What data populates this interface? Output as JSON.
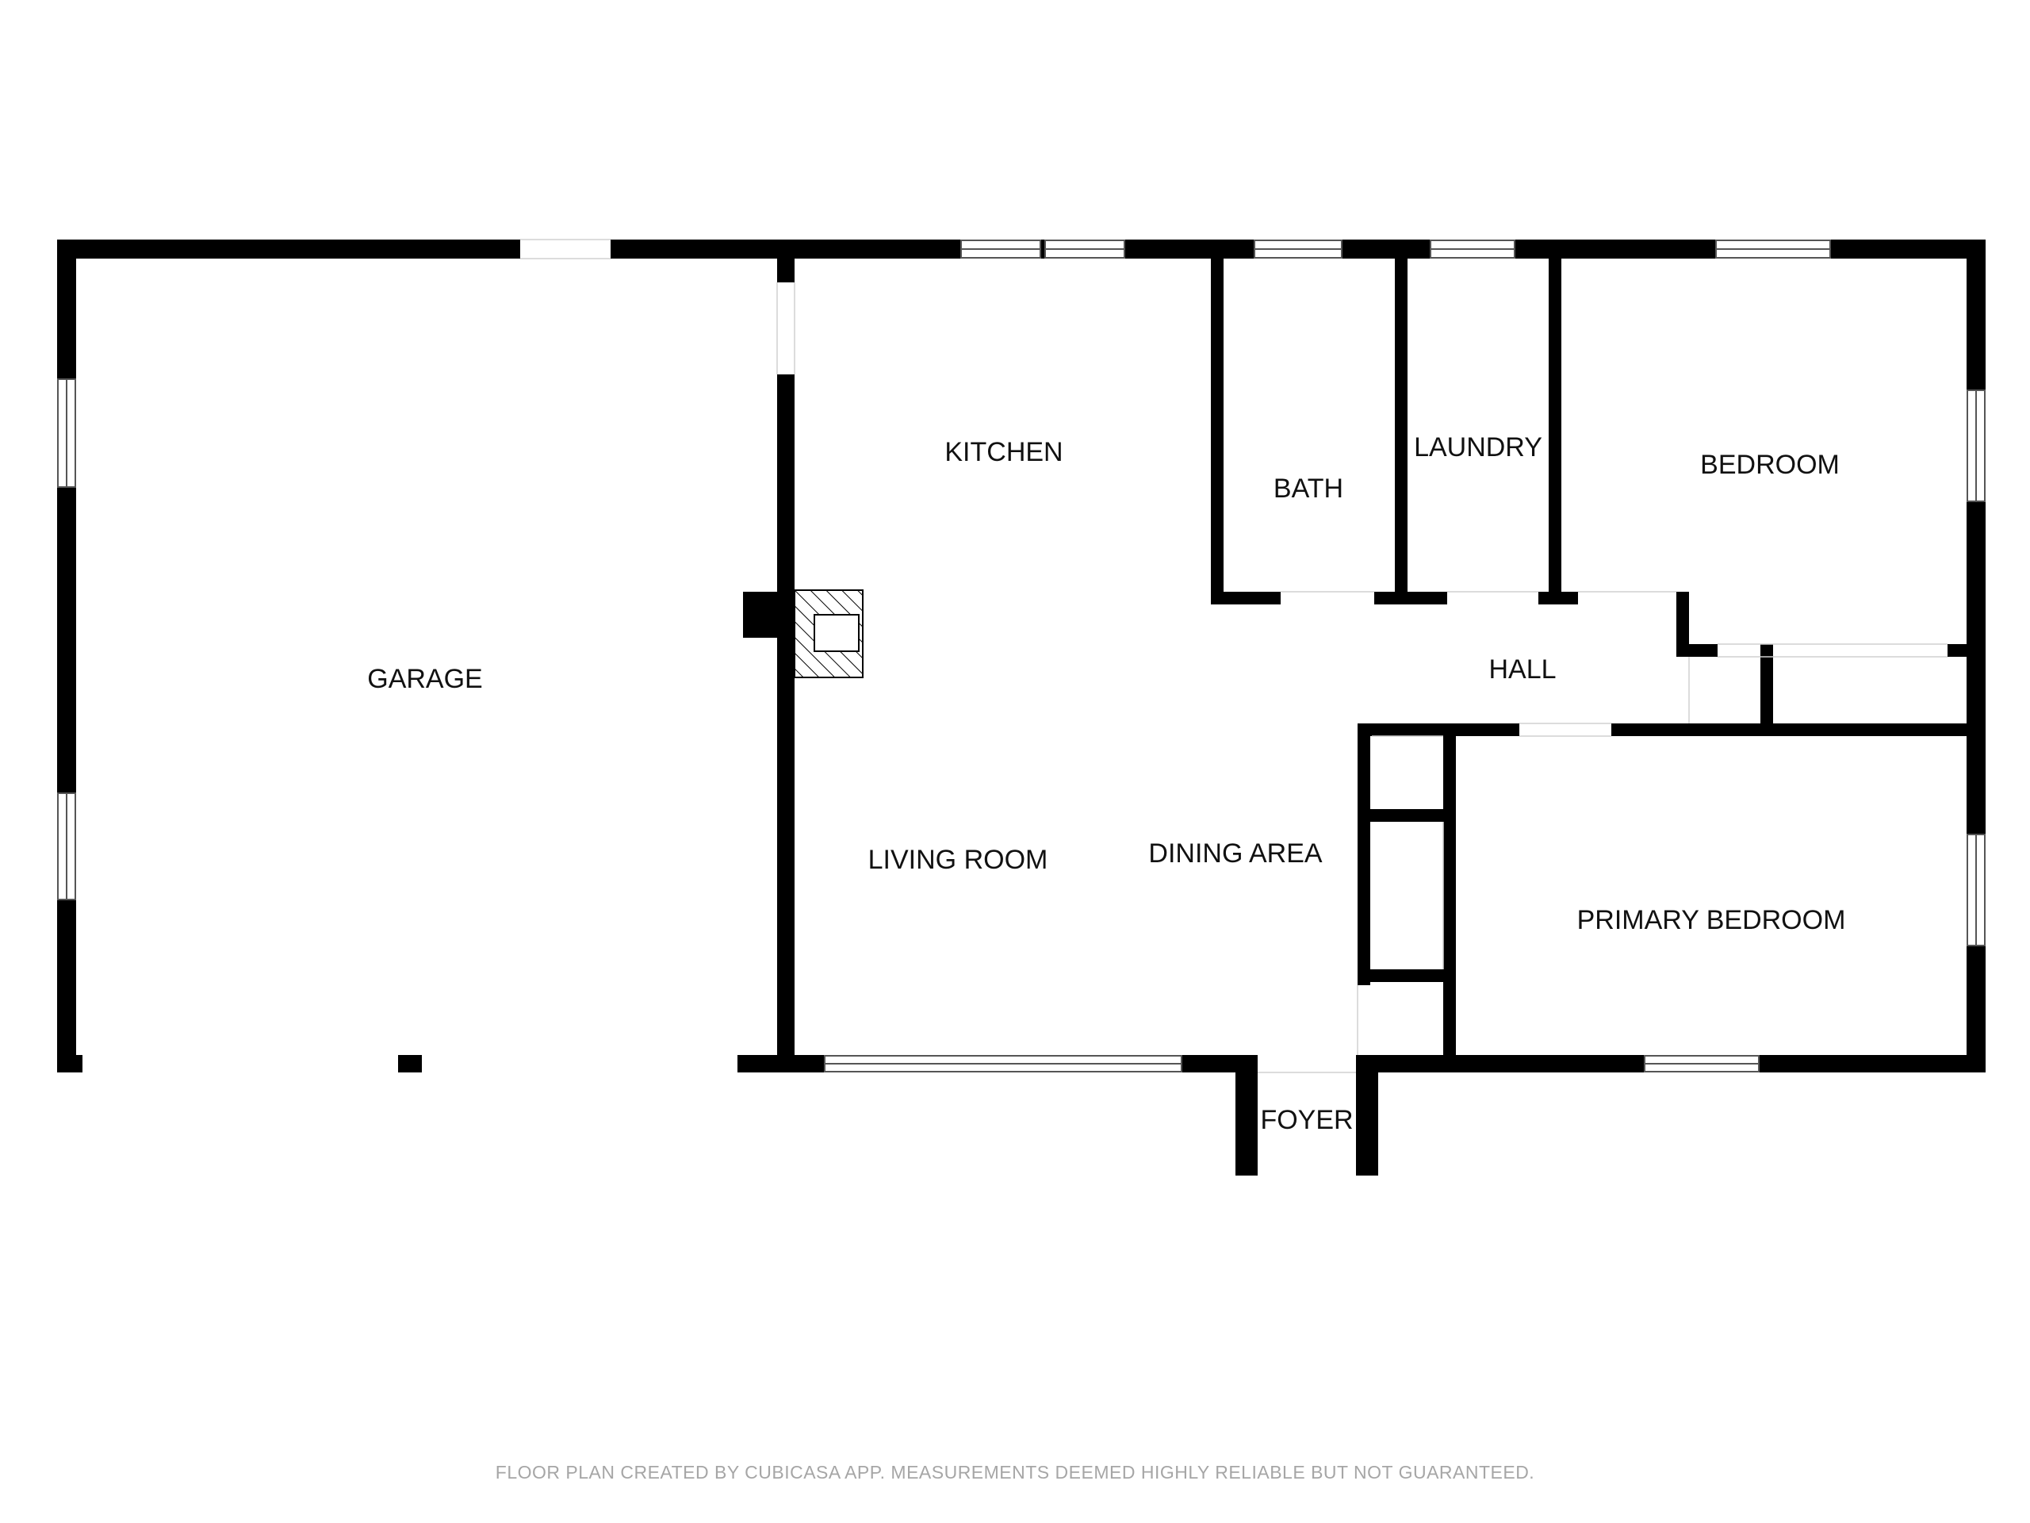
{
  "plan": {
    "rooms": {
      "garage": "GARAGE",
      "kitchen": "KITCHEN",
      "bath": "BATH",
      "laundry": "LAUNDRY",
      "bedroom": "BEDROOM",
      "hall": "HALL",
      "living_room": "LIVING ROOM",
      "dining_area": "DINING AREA",
      "primary_bedroom": "PRIMARY BEDROOM",
      "foyer": "FOYER"
    },
    "footer_note": "FLOOR PLAN CREATED BY CUBICASA APP. MEASUREMENTS DEEMED HIGHLY RELIABLE BUT NOT GUARANTEED."
  },
  "colors": {
    "wall": "#000000",
    "background": "#ffffff",
    "window_frame": "#444444",
    "footer_text": "#a6a6a6"
  }
}
